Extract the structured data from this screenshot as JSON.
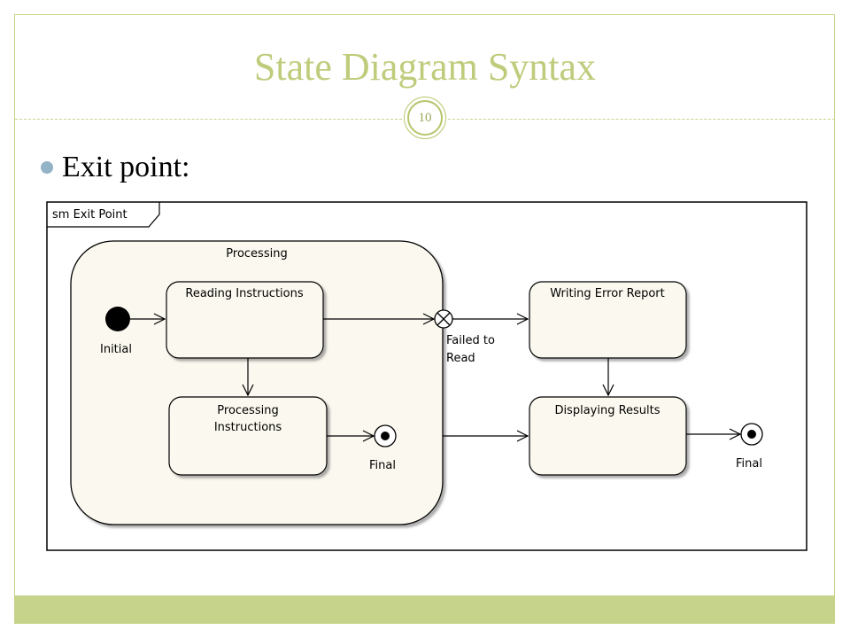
{
  "slide": {
    "title": "State Diagram Syntax",
    "page_number": "10",
    "bullet": "Exit point:"
  },
  "diagram": {
    "frame_label": "sm Exit Point",
    "composite_state": "Processing",
    "states": {
      "reading": "Reading Instructions",
      "processing_line1": "Processing",
      "processing_line2": "Instructions",
      "writing_error": "Writing Error Report",
      "displaying": "Displaying Results"
    },
    "pseudostates": {
      "initial": "Initial",
      "final_inner": "Final",
      "final_outer": "Final",
      "exit_line1": "Failed to",
      "exit_line2": "Read"
    }
  },
  "colors": {
    "accent": "#c0cc7c",
    "border": "#c6d38a",
    "state_fill": "#fbf8ef",
    "bullet": "#94b3c6"
  }
}
